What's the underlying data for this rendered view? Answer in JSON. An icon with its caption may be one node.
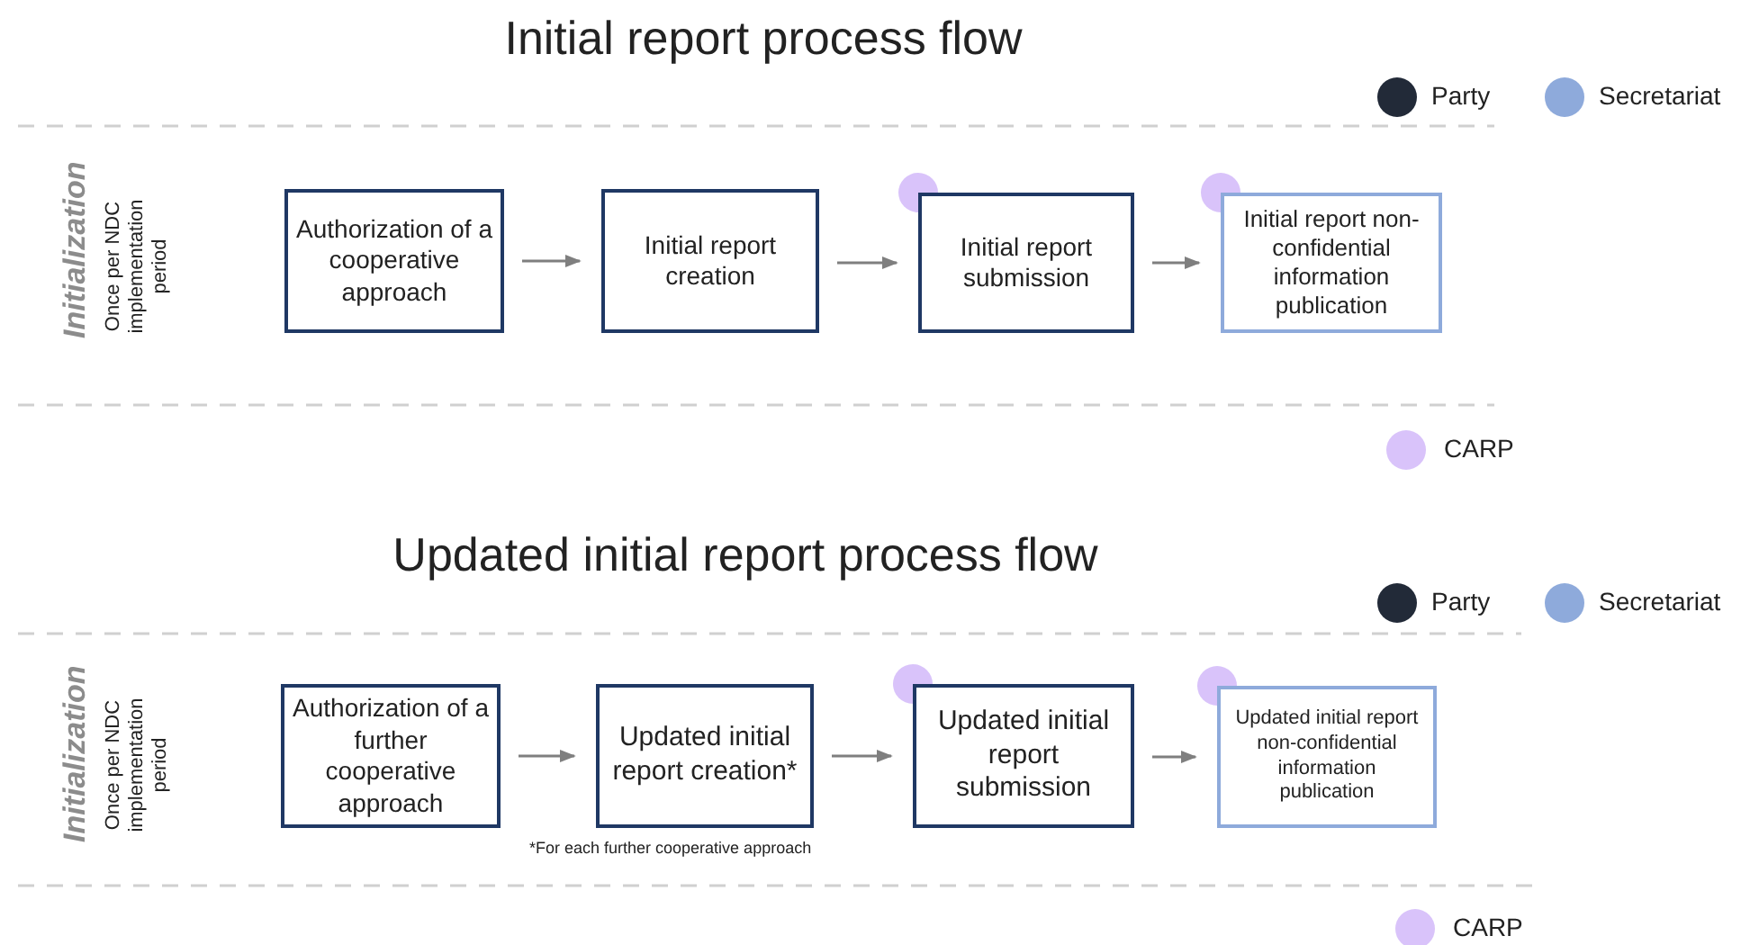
{
  "diagram": {
    "title": "Initial report process flow",
    "nodes": [
      {
        "text": [
          "Authorization of a cooperative approach"
        ]
      },
      {
        "text": [
          "Initial report creation"
        ]
      },
      {
        "text": [
          "Initial report submission"
        ]
      },
      {
        "text": [
          "Initial report non-confidential information publication"
        ]
      },
      {
        "text": [
          "Authorization of a further cooperative approach"
        ]
      },
      {
        "text": [
          "Updated initial report creation*"
        ],
        "beside": [
          "*For each further cooperative approach"
        ]
      },
      {
        "text": [
          "Updated initial report submission"
        ]
      },
      {
        "text": [
          "Updated initial report non-confidential information publication"
        ]
      }
    ],
    "edges": [
      {
        "from": 0,
        "to": 1,
        "arrow": "to"
      },
      {
        "from": 1,
        "to": 2,
        "arrow": "to"
      },
      {
        "from": 2,
        "to": 3,
        "arrow": "to"
      },
      {
        "from": 4,
        "to": 5,
        "arrow": "to"
      },
      {
        "from": 5,
        "to": 6,
        "arrow": "to"
      },
      {
        "from": 6,
        "to": 7,
        "arrow": "to"
      }
    ],
    "labels": [
      "Initialization",
      "Once per NDC implementation period",
      "Updated initial report process flow",
      "Initialization",
      "Once per NDC implementation period"
    ],
    "legend": [
      {
        "text": "Party",
        "color": "#222a38"
      },
      {
        "text": "Secretariat",
        "color": "#8eaadb"
      },
      {
        "text": "CARP",
        "color": "#d9c3fa"
      },
      {
        "text": "Party",
        "color": "#222a38"
      },
      {
        "text": "Secretariat",
        "color": "#8eaadb"
      },
      {
        "text": "CARP",
        "color": "#d9c3fa"
      }
    ]
  }
}
